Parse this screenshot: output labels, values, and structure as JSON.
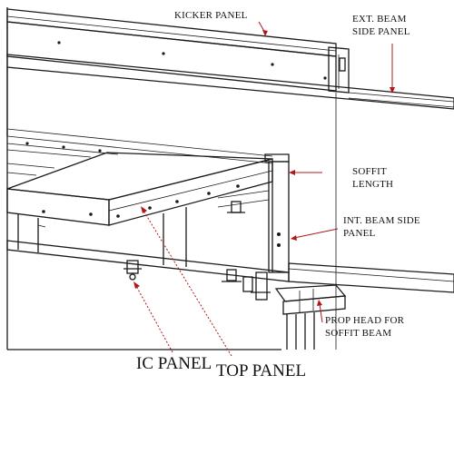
{
  "labels": {
    "kicker_panel": "KICKER PANEL",
    "ext_beam_line1": "EXT. BEAM",
    "ext_beam_line2": "SIDE PANEL",
    "soffit_line1": "SOFFIT",
    "soffit_line2": "LENGTH",
    "int_beam_line1": "INT. BEAM SIDE",
    "int_beam_line2": "PANEL",
    "prop_head_line1": "PROP HEAD FOR",
    "prop_head_line2": "SOFFIT BEAM",
    "ic_panel": "IC PANEL",
    "top_panel": "TOP PANEL"
  },
  "colors": {
    "line": "#1a1a1a",
    "leader": "#b01818",
    "background": "#ffffff"
  }
}
